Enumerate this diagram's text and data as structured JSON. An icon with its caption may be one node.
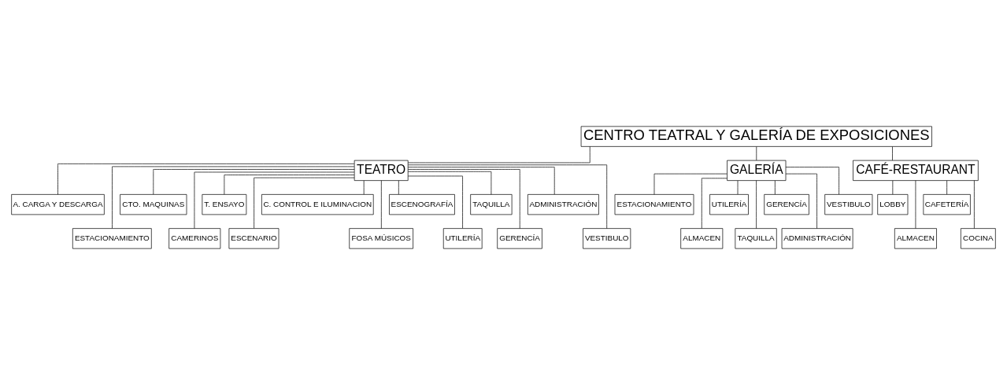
{
  "diagram": {
    "nodes": [
      {
        "text": [
          "CENTRO TEATRAL Y GALERÍA DE EXPOSICIONES"
        ]
      },
      {
        "text": [
          "TEATRO"
        ]
      },
      {
        "text": [
          "GALERÍA"
        ]
      },
      {
        "text": [
          "CAFÉ-RESTAURANT"
        ]
      },
      {
        "text": [
          "A. CARGA Y DESCARGA"
        ]
      },
      {
        "text": [
          "ESTACIONAMIENTO"
        ]
      },
      {
        "text": [
          "CTO. MAQUINAS"
        ]
      },
      {
        "text": [
          "CAMERINOS"
        ]
      },
      {
        "text": [
          "T. ENSAYO"
        ]
      },
      {
        "text": [
          "ESCENARIO"
        ]
      },
      {
        "text": [
          "C. CONTROL E ILUMINACION"
        ]
      },
      {
        "text": [
          "FOSA MÚSICOS"
        ]
      },
      {
        "text": [
          "ESCENOGRAFÍA"
        ]
      },
      {
        "text": [
          "UTILERÍA"
        ]
      },
      {
        "text": [
          "TAQUILLA"
        ]
      },
      {
        "text": [
          "GERENCÍA"
        ]
      },
      {
        "text": [
          "ADMINISTRACIÓN"
        ]
      },
      {
        "text": [
          "VESTIBULO"
        ]
      },
      {
        "text": [
          "ESTACIONAMIENTO"
        ]
      },
      {
        "text": [
          "ALMACEN"
        ]
      },
      {
        "text": [
          "UTILERÍA"
        ]
      },
      {
        "text": [
          "TAQUILLA"
        ]
      },
      {
        "text": [
          "GERENCÍA"
        ]
      },
      {
        "text": [
          "ADMINISTRACIÓN"
        ]
      },
      {
        "text": [
          "VESTIBULO"
        ]
      },
      {
        "text": [
          "LOBBY"
        ]
      },
      {
        "text": [
          "ALMACEN"
        ]
      },
      {
        "text": [
          "CAFETERÍA"
        ]
      },
      {
        "text": [
          "COCINA"
        ]
      }
    ],
    "edges": [
      {
        "from": 0,
        "to": 1,
        "arrow": "none"
      },
      {
        "from": 0,
        "to": 2,
        "arrow": "none"
      },
      {
        "from": 0,
        "to": 3,
        "arrow": "none"
      },
      {
        "from": 1,
        "to": 4,
        "arrow": "none"
      },
      {
        "from": 1,
        "to": 5,
        "arrow": "none"
      },
      {
        "from": 1,
        "to": 6,
        "arrow": "none"
      },
      {
        "from": 1,
        "to": 7,
        "arrow": "none"
      },
      {
        "from": 1,
        "to": 8,
        "arrow": "none"
      },
      {
        "from": 1,
        "to": 9,
        "arrow": "none"
      },
      {
        "from": 1,
        "to": 10,
        "arrow": "none"
      },
      {
        "from": 1,
        "to": 11,
        "arrow": "none"
      },
      {
        "from": 1,
        "to": 12,
        "arrow": "none"
      },
      {
        "from": 1,
        "to": 13,
        "arrow": "none"
      },
      {
        "from": 1,
        "to": 14,
        "arrow": "none"
      },
      {
        "from": 1,
        "to": 15,
        "arrow": "none"
      },
      {
        "from": 1,
        "to": 16,
        "arrow": "none"
      },
      {
        "from": 1,
        "to": 17,
        "arrow": "none"
      },
      {
        "from": 2,
        "to": 18,
        "arrow": "none"
      },
      {
        "from": 2,
        "to": 19,
        "arrow": "none"
      },
      {
        "from": 2,
        "to": 20,
        "arrow": "none"
      },
      {
        "from": 2,
        "to": 21,
        "arrow": "none"
      },
      {
        "from": 2,
        "to": 22,
        "arrow": "none"
      },
      {
        "from": 2,
        "to": 23,
        "arrow": "none"
      },
      {
        "from": 2,
        "to": 24,
        "arrow": "none"
      },
      {
        "from": 3,
        "to": 25,
        "arrow": "none"
      },
      {
        "from": 3,
        "to": 26,
        "arrow": "none"
      },
      {
        "from": 3,
        "to": 27,
        "arrow": "none"
      },
      {
        "from": 3,
        "to": 28,
        "arrow": "none"
      }
    ]
  }
}
